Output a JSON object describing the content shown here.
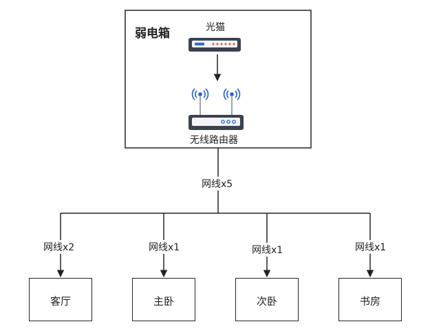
{
  "panel": {
    "title": "弱电箱"
  },
  "devices": {
    "modem": {
      "label": "光猫",
      "icon": "optical-modem-icon"
    },
    "router": {
      "label": "无线路由器",
      "icon": "wireless-router-icon"
    }
  },
  "trunk": {
    "label": "网线x5"
  },
  "rooms": [
    {
      "name": "客厅",
      "cable": "网线x2"
    },
    {
      "name": "主卧",
      "cable": "网线x1"
    },
    {
      "name": "次卧",
      "cable": "网线x1"
    },
    {
      "name": "书房",
      "cable": "网线x1"
    }
  ],
  "colors": {
    "line": "#222222",
    "device_body": "#3a4250",
    "device_face": "#f2f4f7",
    "led_orange": "#e8562a",
    "led_blue": "#2f6fd0",
    "wifi": "#1f5bd6"
  }
}
